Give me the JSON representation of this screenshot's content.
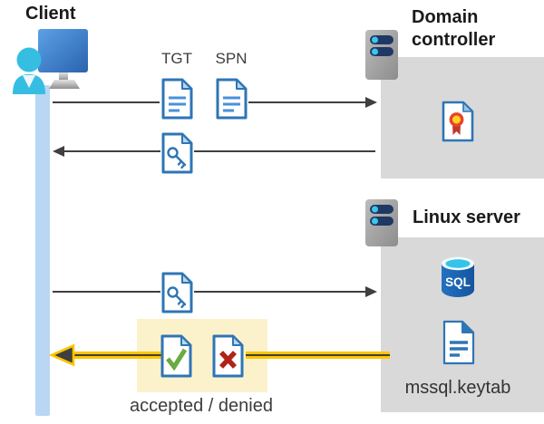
{
  "client": {
    "title": "Client"
  },
  "domain_controller": {
    "title": "Domain controller"
  },
  "linux_server": {
    "title": "Linux server",
    "sql_label": "SQL",
    "keytab_label": "mssql.keytab"
  },
  "messages": {
    "tgt_label": "TGT",
    "spn_label": "SPN",
    "result_label": "accepted / denied"
  },
  "icons": [
    "client-workstation-icon",
    "server-icon",
    "document-icon",
    "key-document-icon",
    "certificate-document-icon",
    "sql-database-icon",
    "accepted-check-document-icon",
    "denied-x-document-icon",
    "keytab-document-icon"
  ],
  "colors": {
    "doc_border_blue": "#2e75b6",
    "doc_fold_blue": "#bdd7ee",
    "doc_line_blue": "#4a90d9",
    "panel_gray": "#d9d9d9",
    "arrow_gray": "#3f3f3f",
    "timeline_blue": "#b9d6f5",
    "highlight_pale_yellow": "#fbf2cc",
    "arrow_yellow": "#fdc500",
    "success_green": "#6aaa43",
    "error_red": "#b02318",
    "server_pill_navy": "#1f3864",
    "server_dot_cyan": "#3ec6ea",
    "sql_body_blue": "#1a68bd",
    "sql_top_cyan": "#35c4e8",
    "person_cyan": "#35bee2"
  }
}
